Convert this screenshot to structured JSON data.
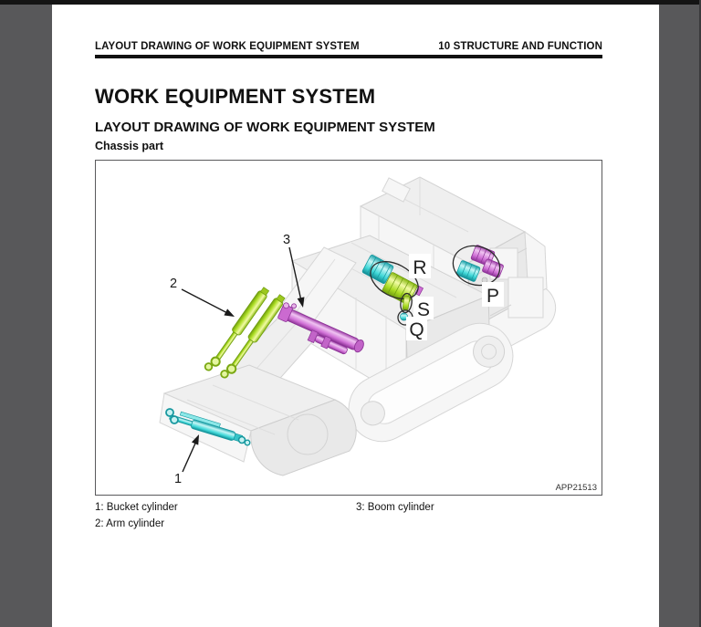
{
  "window": {
    "outer_bg": "#58585a",
    "top_strip": "#141414",
    "page_bg": "#ffffff"
  },
  "header": {
    "left": "LAYOUT DRAWING OF WORK EQUIPMENT SYSTEM",
    "right": "10 STRUCTURE AND FUNCTION"
  },
  "title": "WORK EQUIPMENT SYSTEM",
  "section_heading": "LAYOUT DRAWING OF WORK EQUIPMENT SYSTEM",
  "subsection_heading": "Chassis part",
  "figure": {
    "figure_id": "APP21513",
    "callout_1": "1",
    "callout_2": "2",
    "callout_3": "3",
    "label_r": "R",
    "label_s": "S",
    "label_q": "Q",
    "label_p": "P",
    "colors": {
      "bucket_cylinder_cyan": "#3fd8d8",
      "arm_cylinder_yellow_green": "#b5e028",
      "boom_cylinder_magenta": "#d070d6",
      "ghost_line": "#d2d2d2"
    }
  },
  "legend": {
    "item_1": "1: Bucket cylinder",
    "item_2": "2: Arm cylinder",
    "item_3": "3: Boom cylinder"
  }
}
